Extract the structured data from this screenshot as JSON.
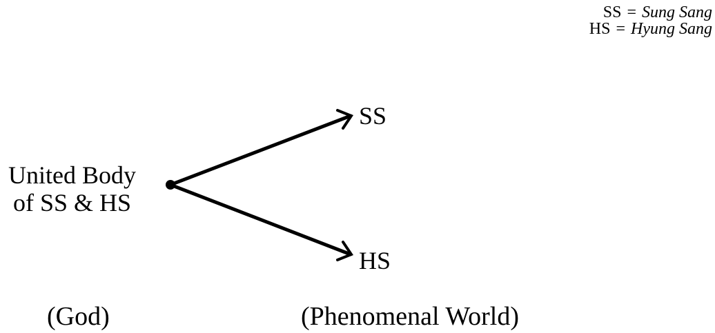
{
  "legend": [
    {
      "abbr": "SS",
      "eq": "=",
      "full": "Sung Sang"
    },
    {
      "abbr": "HS",
      "eq": "=",
      "full": "Hyung Sang"
    }
  ],
  "source": {
    "line1": "United Body",
    "line2": "of SS & HS"
  },
  "targets": {
    "upper": "SS",
    "lower": "HS"
  },
  "captions": {
    "left": "(God)",
    "right": "(Phenomenal World)"
  }
}
